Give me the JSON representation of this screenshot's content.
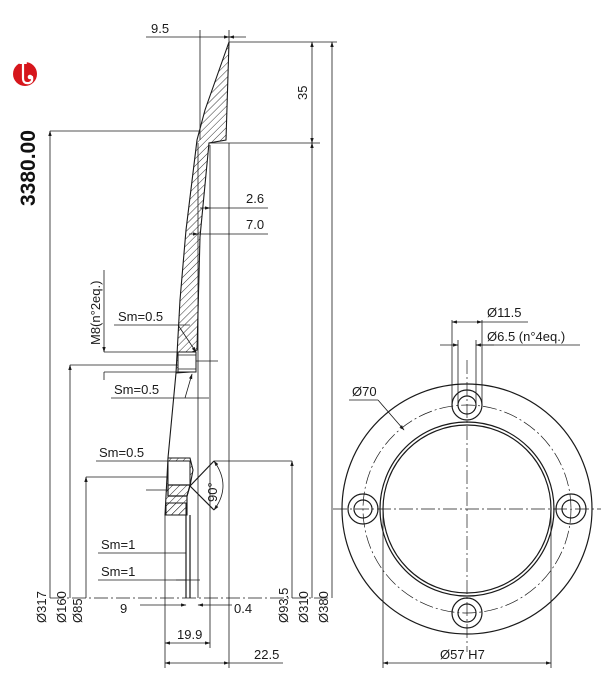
{
  "part_number": "3380.00",
  "icon": "saxophone-badge-icon",
  "brand_color": "#d6161c",
  "profile_dimensions": {
    "width_top": "9.5",
    "length_35": "35",
    "dim_2_6": "2.6",
    "dim_7_0": "7.0",
    "thread": "M8(n°2eq.)",
    "sm_upper_1": "Sm=0.5",
    "sm_upper_2": "Sm=0.5",
    "sm_lower": "Sm=0.5",
    "angle": "90°",
    "sm_1a": "Sm=1",
    "sm_1b": "Sm=1",
    "dim_9": "9",
    "dim_0_4": "0.4",
    "dim_19_9": "19.9",
    "dim_22_5": "22.5",
    "dia_317": "Ø317",
    "dia_160": "Ø160",
    "dia_85": "Ø85",
    "dia_93_5": "Ø93.5",
    "dia_310": "Ø310",
    "dia_380": "Ø380"
  },
  "plan_dimensions": {
    "hole_11_5": "Ø11.5",
    "hole_6_5": "Ø6.5 (n°4eq.)",
    "bolt_circle": "Ø70",
    "bore": "Ø57 H7"
  }
}
